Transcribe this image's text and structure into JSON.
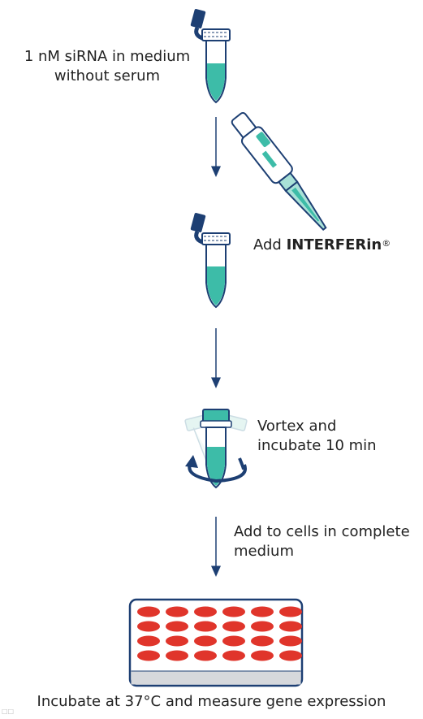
{
  "steps": {
    "step1": [
      "1 nM siRNA in medium",
      "without serum"
    ],
    "step2_prefix": "Add ",
    "step2_bold": "INTERFERin",
    "step2_mark": "®",
    "step3": [
      "Vortex and",
      "incubate 10 min"
    ],
    "step4": [
      "Add to cells in complete",
      "medium"
    ],
    "step5": "Incubate at 37°C and measure gene expression"
  },
  "colors": {
    "navy": "#1d3f73",
    "teal": "#3dbca8",
    "teal_light": "#a9e1d7",
    "red": "#e0352b",
    "plate_gray": "#d6d8dc"
  },
  "plate": {
    "rows": 4,
    "cols": 6
  },
  "icons": [
    "tube-icon",
    "pipette-icon",
    "rotation-arrow-icon",
    "well-plate-icon",
    "down-arrow-icon"
  ]
}
